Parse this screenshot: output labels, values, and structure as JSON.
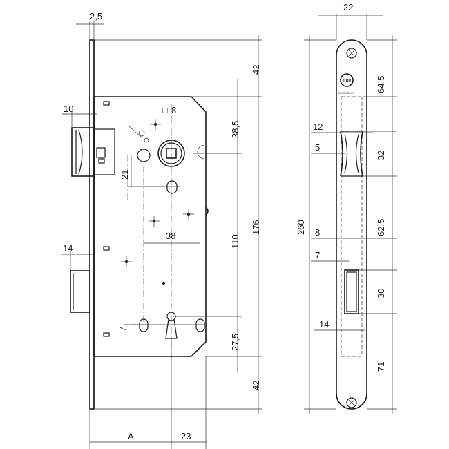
{
  "dimensions": {
    "front_thickness": "2,5",
    "top_offset": "42",
    "bottom_offset": "42",
    "latch_width": "10",
    "bolt_width": "14",
    "square_size": "8",
    "handle_offset": "38,5",
    "spindle_offset": "21",
    "key_offset": "38",
    "handle_to_key": "110",
    "overall_body": "176",
    "key_to_bottom": "27,5",
    "hole_offset": "7",
    "backset": "A",
    "key_depth": "23",
    "faceplate_width": "22",
    "faceplate_length": "260",
    "fp_top": "64,5",
    "latch_cut_width": "12",
    "latch_cut_depth": "5",
    "latch_cut_height": "32",
    "fp_between": "62,5",
    "bolt_cut_gap": "8",
    "bolt_cut_depth": "7",
    "bolt_cut_height": "30",
    "bolt_cut_width": "14",
    "fp_bottom": "71"
  },
  "logo": {
    "brand": "litto",
    "sub": "ASSA ABLOY"
  },
  "icons": {
    "square": "□"
  }
}
